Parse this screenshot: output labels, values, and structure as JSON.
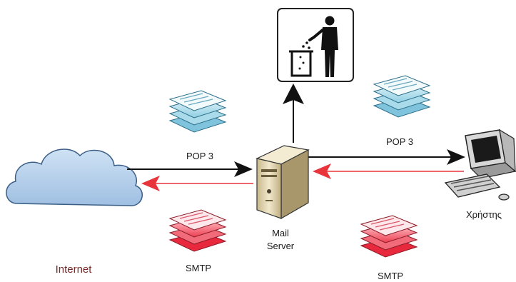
{
  "labels": {
    "pop3_left": "POP 3",
    "pop3_right": "POP 3",
    "smtp_left": "SMTP",
    "smtp_right": "SMTP",
    "internet": "Internet",
    "server_line1": "Mail",
    "server_line2": "Server",
    "user": "Χρήστης"
  },
  "colors": {
    "pop3_arrow": "#111111",
    "smtp_arrow": "#e8353b",
    "pop3_doc": "#9fd5e6",
    "smtp_doc": "#f04a5a",
    "cloud": "#a9c8e8",
    "server": "#e8dcb8"
  },
  "icons": {
    "trash": "trash-person-icon",
    "server": "server-tower-icon",
    "computer": "desktop-computer-icon",
    "cloud": "cloud-icon",
    "document": "document-stack-icon"
  }
}
